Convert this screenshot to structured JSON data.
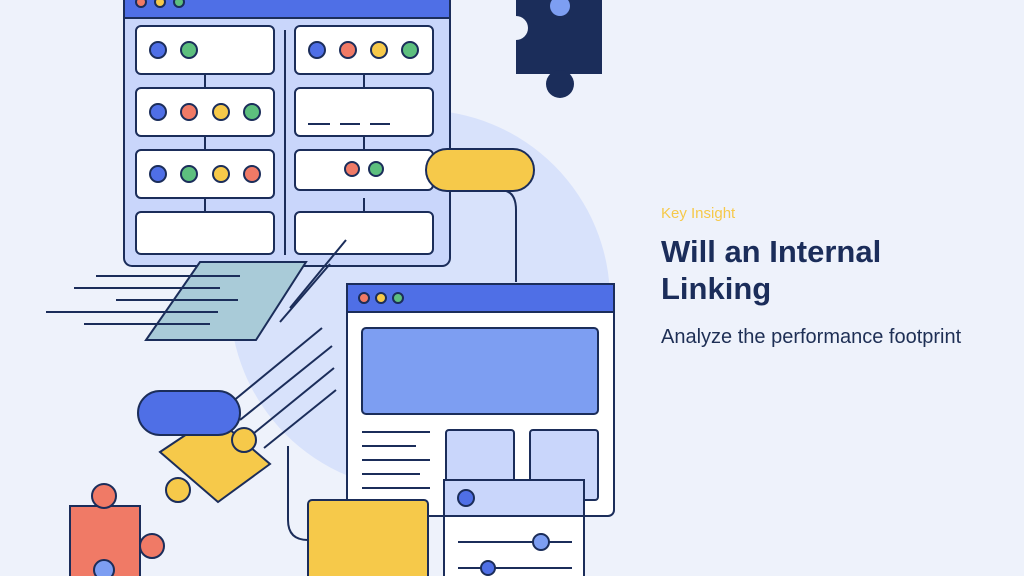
{
  "slide": {
    "eyebrow": "Key Insight",
    "title": "Will an Internal Linking",
    "subtitle": "Analyze the performance footprint"
  },
  "illustration": {
    "palette": {
      "blue": "#4f6fe6",
      "panel_blue": "#7d9ef2",
      "panel_light": "#c9d6fb",
      "yellow": "#f6c94a",
      "red": "#f07a66",
      "green": "#5dbf7e",
      "navy": "#1b2d5a",
      "teal": "#a9cbd8",
      "halo": "#d8e2fb",
      "background": "#eef2fb"
    },
    "icons": [
      "server-rack-icon",
      "browser-window-icon",
      "settings-panel-icon",
      "puzzle-piece-icon",
      "pill-shape-icon",
      "motion-lines-icon"
    ]
  }
}
